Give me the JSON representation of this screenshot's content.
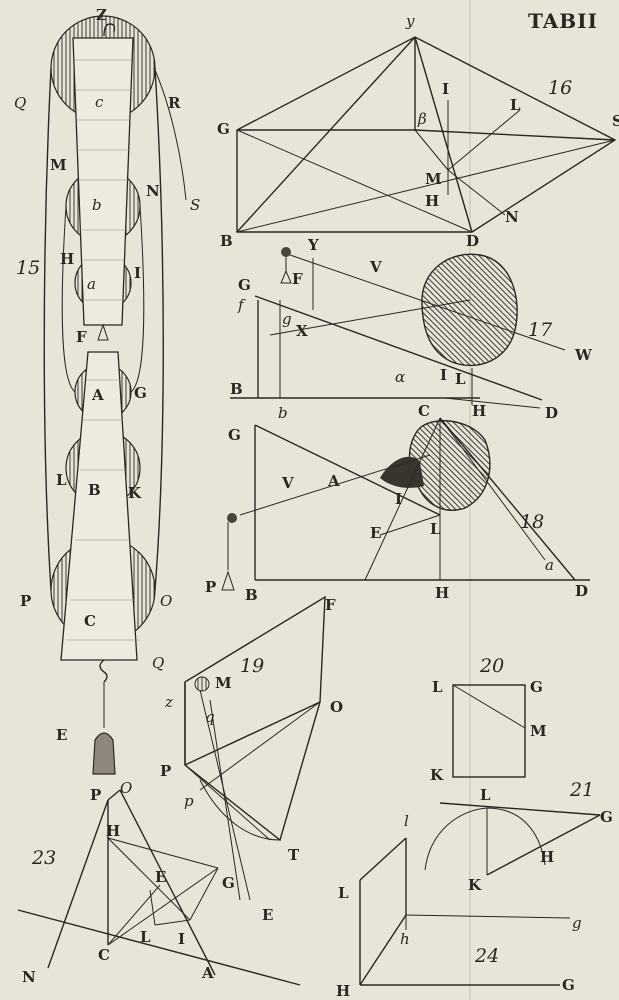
{
  "plate_title": "TABII",
  "figure_numbers": {
    "f15": "15",
    "f16": "16",
    "f17": "17",
    "f18": "18",
    "f19": "19",
    "f20": "20",
    "f21": "21",
    "f23": "23",
    "f24": "24"
  },
  "fig15": {
    "Z": "Z",
    "Q": "Q",
    "R": "R",
    "c": "c",
    "M": "M",
    "N": "N",
    "S": "S",
    "b": "b",
    "H": "H",
    "I": "I",
    "a": "a",
    "F": "F",
    "A": "A",
    "G": "G",
    "L": "L",
    "B": "B",
    "K": "K",
    "P": "P",
    "O": "O",
    "C": "C",
    "E": "E"
  },
  "fig16": {
    "y": "y",
    "G": "G",
    "I": "I",
    "L": "L",
    "beta": "β",
    "M": "M",
    "H": "H",
    "B": "B",
    "D": "D",
    "N": "N",
    "S": "S"
  },
  "fig17": {
    "Y": "Y",
    "F": "F",
    "G": "G",
    "f": "f",
    "g": "g",
    "X": "X",
    "V": "V",
    "W": "W",
    "I": "I",
    "L": "L",
    "B": "B",
    "b": "b",
    "alpha": "α",
    "C": "C",
    "H": "H",
    "D": "D"
  },
  "fig18": {
    "G": "G",
    "V": "V",
    "A": "A",
    "I": "I",
    "E": "E",
    "L": "L",
    "a": "a",
    "P": "P",
    "B": "B",
    "H": "H",
    "D": "D"
  },
  "fig19": {
    "Q": "Q",
    "M": "M",
    "F": "F",
    "z": "z",
    "q": "q",
    "O": "O",
    "P": "P",
    "p": "p",
    "T": "T",
    "E": "E"
  },
  "fig20": {
    "L": "L",
    "G": "G",
    "M": "M",
    "K": "K"
  },
  "fig21": {
    "L": "L",
    "G": "G",
    "H": "H",
    "K": "K"
  },
  "fig23": {
    "P": "P",
    "O": "O",
    "H": "H",
    "E": "E",
    "G": "G",
    "C": "C",
    "L": "L",
    "I": "I",
    "N": "N",
    "A": "A"
  },
  "fig24": {
    "l": "l",
    "L": "L",
    "h": "h",
    "g": "g",
    "H": "H",
    "G": "G"
  }
}
